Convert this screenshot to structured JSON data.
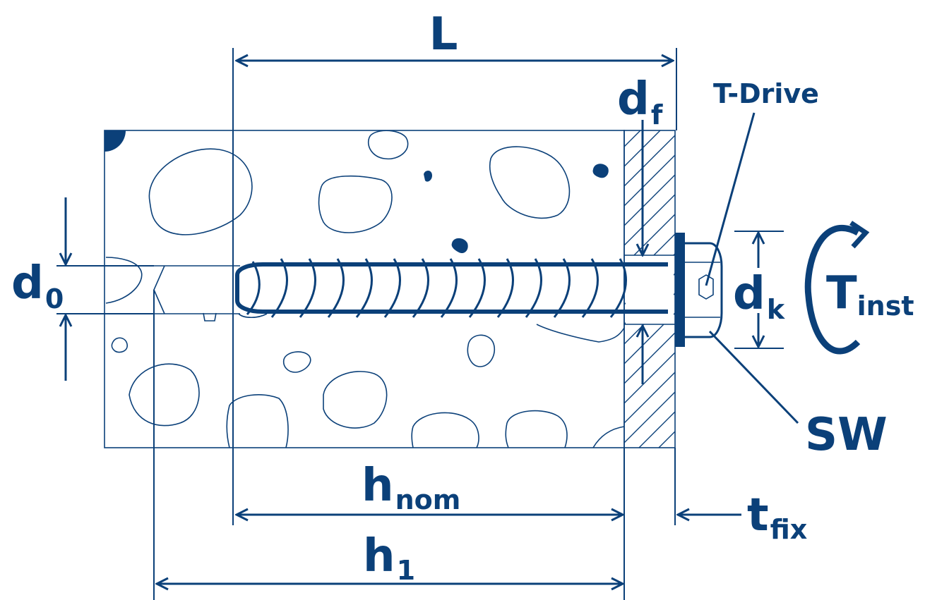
{
  "colors": {
    "primary": "#0b4079",
    "background": "#ffffff"
  },
  "labels": {
    "L": "L",
    "df_base": "d",
    "df_sub": "f",
    "tdrive": "T-Drive",
    "d0_base": "d",
    "d0_sub": "0",
    "dk_base": "d",
    "dk_sub": "k",
    "tinst_base": "T",
    "tinst_sub": "inst",
    "sw": "SW",
    "hnom_base": "h",
    "hnom_sub": "nom",
    "tfix_base": "t",
    "tfix_sub": "fix",
    "h1_base": "h",
    "h1_sub": "1"
  },
  "icons": {
    "rotation": "rotation-arrow-icon"
  }
}
